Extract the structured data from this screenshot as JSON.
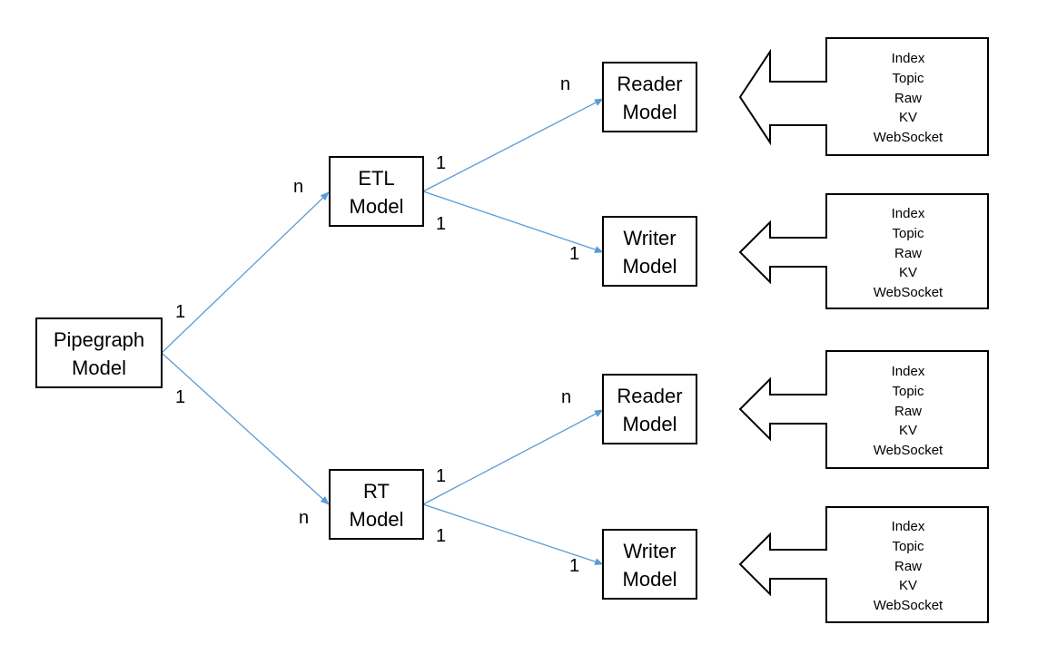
{
  "colors": {
    "edge": "#5b9bd5",
    "box_stroke": "#000000",
    "background": "#ffffff"
  },
  "nodes": {
    "pipegraph": {
      "line1": "Pipegraph",
      "line2": "Model"
    },
    "etl": {
      "line1": "ETL",
      "line2": "Model"
    },
    "rt": {
      "line1": "RT",
      "line2": "Model"
    },
    "reader_1": {
      "line1": "Reader",
      "line2": "Model"
    },
    "writer_1": {
      "line1": "Writer",
      "line2": "Model"
    },
    "reader_2": {
      "line1": "Reader",
      "line2": "Model"
    },
    "writer_2": {
      "line1": "Writer",
      "line2": "Model"
    }
  },
  "source_cards": [
    {
      "items": [
        "Index",
        "Topic",
        "Raw",
        "KV",
        "WebSocket"
      ]
    },
    {
      "items": [
        "Index",
        "Topic",
        "Raw",
        "KV",
        "WebSocket"
      ]
    },
    {
      "items": [
        "Index",
        "Topic",
        "Raw",
        "KV",
        "WebSocket"
      ]
    },
    {
      "items": [
        "Index",
        "Topic",
        "Raw",
        "KV",
        "WebSocket"
      ]
    }
  ],
  "multiplicities": {
    "pipegraph_etl_source": "1",
    "pipegraph_etl_target": "n",
    "pipegraph_rt_source": "1",
    "pipegraph_rt_target": "n",
    "etl_reader_source": "1",
    "etl_reader_target": "n",
    "etl_writer_source": "1",
    "etl_writer_target": "1",
    "rt_reader_source": "1",
    "rt_reader_target": "n",
    "rt_writer_source": "1",
    "rt_writer_target": "1"
  }
}
